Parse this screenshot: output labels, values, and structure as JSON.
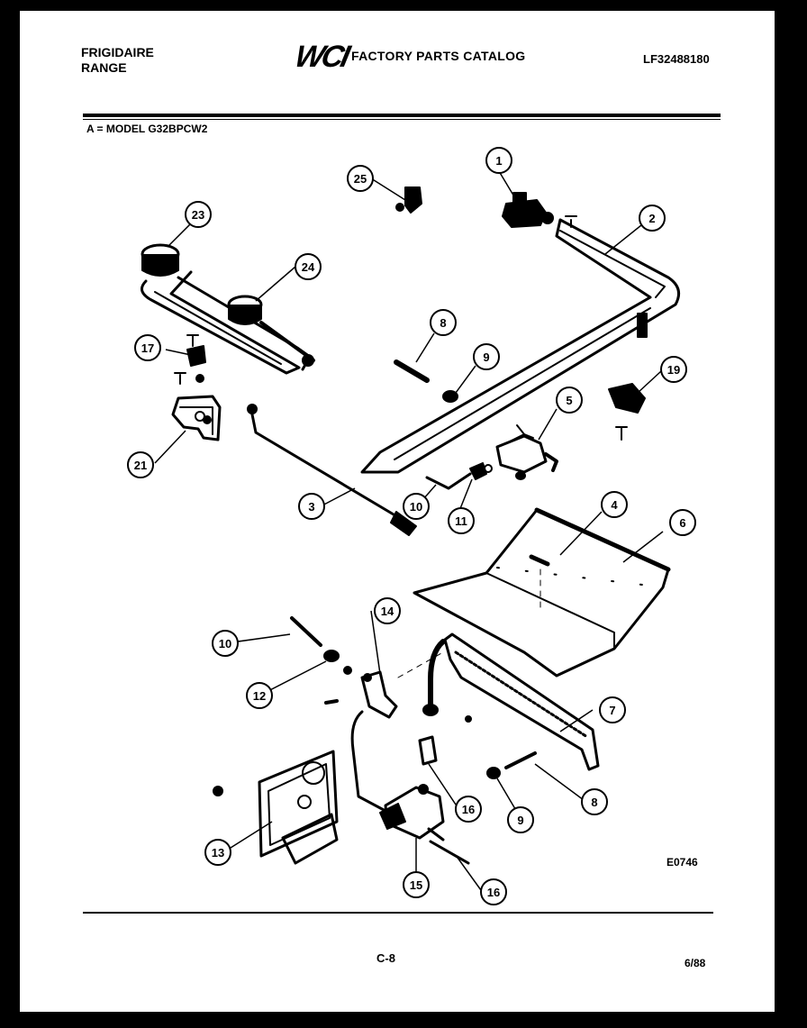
{
  "header": {
    "brand_line1": "FRIGIDAIRE",
    "brand_line2": "RANGE",
    "logo": "WCI",
    "catalog_title": "FACTORY PARTS CATALOG",
    "part_number": "LF32488180"
  },
  "model_line": "A = MODEL G32BPCW2",
  "diagram_code": "E0746",
  "footer": {
    "page": "C-8",
    "date": "6/88"
  },
  "callouts": [
    {
      "id": "c1",
      "label": "1"
    },
    {
      "id": "c2",
      "label": "2"
    },
    {
      "id": "c3",
      "label": "3"
    },
    {
      "id": "c4",
      "label": "4"
    },
    {
      "id": "c5",
      "label": "5"
    },
    {
      "id": "c6",
      "label": "6"
    },
    {
      "id": "c7",
      "label": "7"
    },
    {
      "id": "c8a",
      "label": "8"
    },
    {
      "id": "c8b",
      "label": "8"
    },
    {
      "id": "c9a",
      "label": "9"
    },
    {
      "id": "c9b",
      "label": "9"
    },
    {
      "id": "c10a",
      "label": "10"
    },
    {
      "id": "c10b",
      "label": "10"
    },
    {
      "id": "c11",
      "label": "11"
    },
    {
      "id": "c12",
      "label": "12"
    },
    {
      "id": "c13",
      "label": "13"
    },
    {
      "id": "c14",
      "label": "14"
    },
    {
      "id": "c15",
      "label": "15"
    },
    {
      "id": "c16a",
      "label": "16"
    },
    {
      "id": "c16b",
      "label": "16"
    },
    {
      "id": "c17",
      "label": "17"
    },
    {
      "id": "c19",
      "label": "19"
    },
    {
      "id": "c21",
      "label": "21"
    },
    {
      "id": "c23",
      "label": "23"
    },
    {
      "id": "c24",
      "label": "24"
    },
    {
      "id": "c25",
      "label": "25"
    }
  ]
}
